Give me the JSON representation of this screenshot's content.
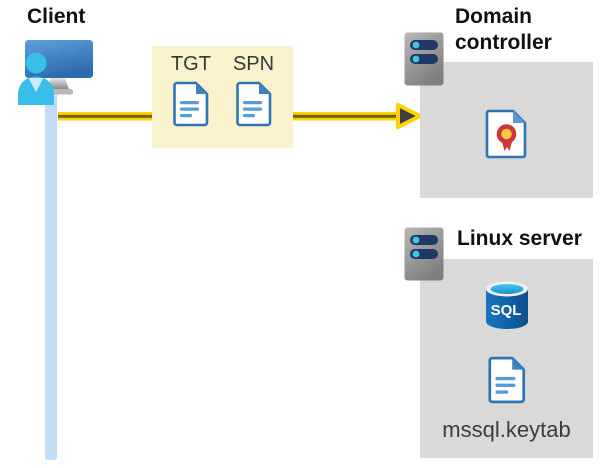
{
  "diagram": {
    "client": {
      "label": "Client"
    },
    "ticket_box": {
      "items": [
        {
          "label": "TGT",
          "icon": "document-icon"
        },
        {
          "label": "SPN",
          "icon": "document-icon"
        }
      ]
    },
    "domain_controller": {
      "label": "Domain controller",
      "icon": "certificate-icon"
    },
    "linux_server": {
      "label": "Linux server",
      "database_label": "SQL",
      "keytab_label": "mssql.keytab"
    },
    "colors": {
      "heading_text": "#111111",
      "ticket_label_text": "#35393E",
      "keytab_text": "#3C3C3C",
      "ticket_box_bg": "#FAF1CD",
      "panel_bg": "#D9D9D9",
      "arrow_yellow": "#FFD100",
      "arrow_core": "#6B6400",
      "arrowhead_fill": "#3F3F3F",
      "connection_line_blue": "#C2DCF7",
      "doc_border_blue": "#2E75B6",
      "doc_fold_blue": "#3E82C6",
      "doc_line_blue": "#5B9BD5",
      "server_bar_navy": "#1F3864",
      "server_dot_cyan": "#45C2E9",
      "person_cyan": "#38BEE9",
      "sql_body_blue": "#1062AC",
      "sql_top_cyan": "#49C8EE",
      "certificate_red": "#D13438",
      "certificate_yellow": "#FFC83D"
    }
  }
}
